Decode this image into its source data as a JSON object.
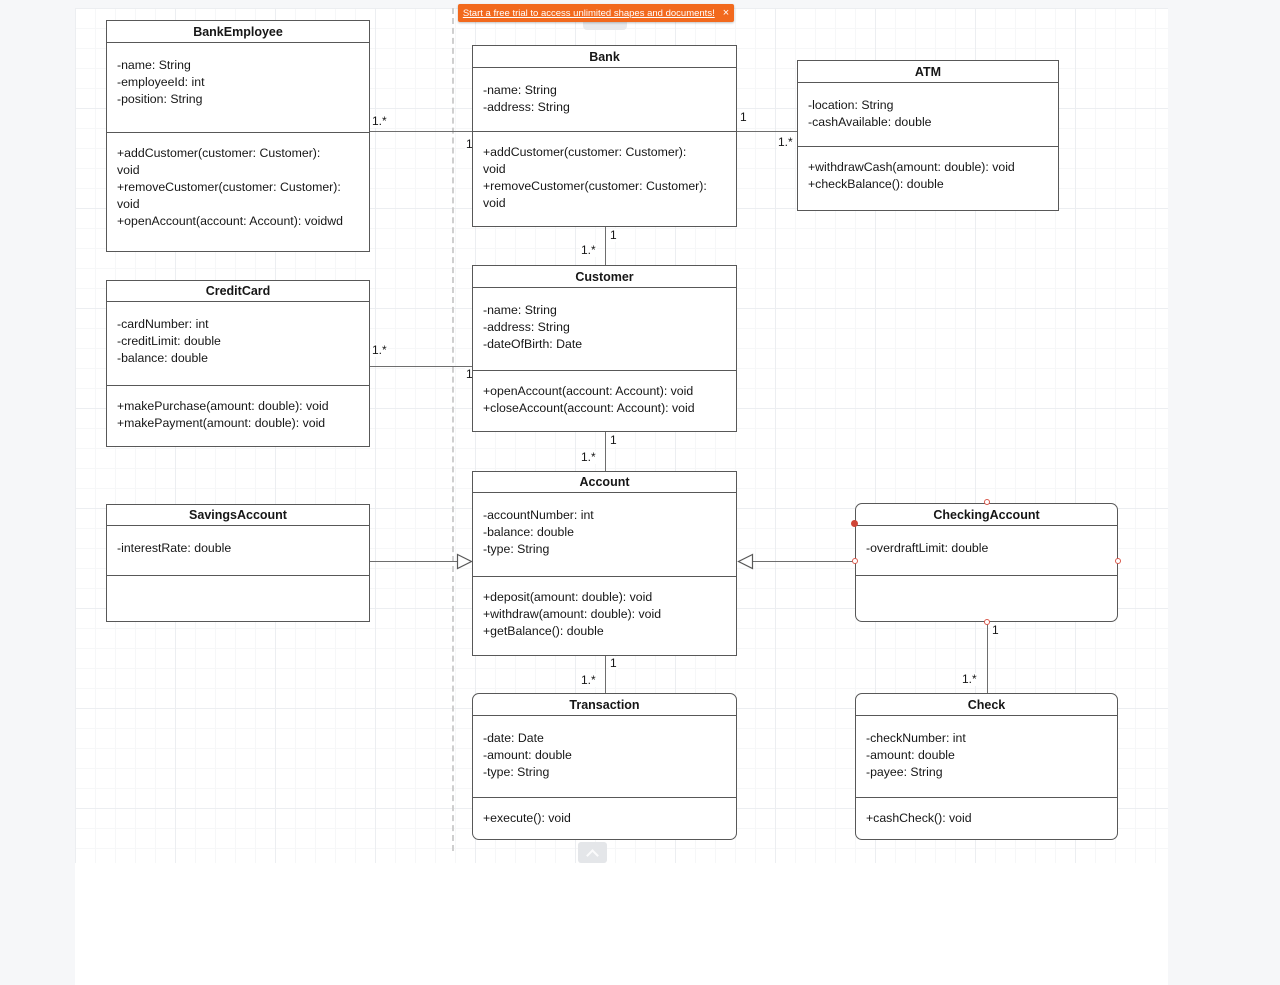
{
  "app": {
    "banner": {
      "text": "Start a free trial to access unlimited shapes and documents!",
      "close_label": "×"
    }
  },
  "colors": {
    "banner_bg": "#f2691d",
    "box_border": "#585858",
    "edge": "#6e6e6e",
    "connection_point": "#d9594c"
  },
  "diagram": {
    "classes": [
      {
        "name": "BankEmployee",
        "attributes": [
          "-name: String",
          "-employeeId: int",
          "-position: String"
        ],
        "methods": [
          "+addCustomer(customer: Customer): void",
          "+removeCustomer(customer: Customer): void",
          "+openAccount(account: Account): voidwd"
        ]
      },
      {
        "name": "Bank",
        "attributes": [
          "-name: String",
          "-address: String"
        ],
        "methods": [
          "+addCustomer(customer: Customer): void",
          "+removeCustomer(customer: Customer): void"
        ]
      },
      {
        "name": "ATM",
        "attributes": [
          "-location: String",
          "-cashAvailable: double"
        ],
        "methods": [
          "+withdrawCash(amount: double): void",
          "+checkBalance(): double"
        ]
      },
      {
        "name": "CreditCard",
        "attributes": [
          "-cardNumber: int",
          "-creditLimit: double",
          "-balance: double"
        ],
        "methods": [
          "+makePurchase(amount: double): void",
          "+makePayment(amount: double): void"
        ]
      },
      {
        "name": "Customer",
        "attributes": [
          "-name: String",
          "-address: String",
          "-dateOfBirth: Date"
        ],
        "methods": [
          "+openAccount(account: Account): void",
          "+closeAccount(account: Account): void"
        ]
      },
      {
        "name": "SavingsAccount",
        "attributes": [
          "-interestRate: double"
        ],
        "methods": []
      },
      {
        "name": "Account",
        "attributes": [
          "-accountNumber: int",
          "-balance: double",
          "-type: String"
        ],
        "methods": [
          "+deposit(amount: double): void",
          "+withdraw(amount: double): void",
          "+getBalance(): double"
        ]
      },
      {
        "name": "CheckingAccount",
        "attributes": [
          "-overdraftLimit: double"
        ],
        "methods": []
      },
      {
        "name": "Transaction",
        "attributes": [
          "-date: Date",
          "-amount: double",
          "-type: String"
        ],
        "methods": [
          "+execute(): void"
        ]
      },
      {
        "name": "Check",
        "attributes": [
          "-checkNumber: int",
          "-amount: double",
          "-payee: String"
        ],
        "methods": [
          "+cashCheck(): void"
        ]
      }
    ],
    "multiplicities": {
      "bankemployee_bank": {
        "at_bankemployee": "1.*",
        "at_bank": "1"
      },
      "bank_atm": {
        "at_bank": "1",
        "at_atm": "1.*"
      },
      "bank_customer": {
        "at_bank": "1",
        "at_customer": "1.*"
      },
      "creditcard_customer": {
        "at_creditcard": "1.*",
        "at_customer": "1"
      },
      "customer_account": {
        "at_customer": "1",
        "at_account": "1.*"
      },
      "account_transaction": {
        "at_account": "1",
        "at_transaction": "1.*"
      },
      "checkingaccount_check": {
        "at_checkingaccount": "1",
        "at_check": "1.*"
      }
    }
  }
}
